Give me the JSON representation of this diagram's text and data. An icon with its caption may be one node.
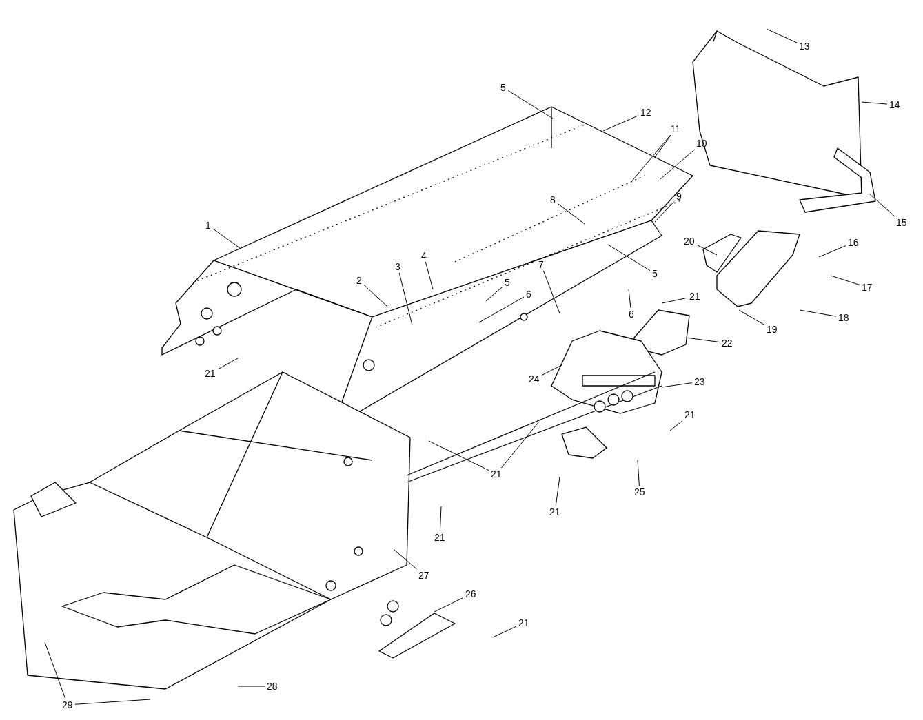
{
  "diagram": {
    "nodes": [
      {
        "text": [
          "13"
        ]
      },
      {
        "text": [
          "5"
        ]
      },
      {
        "text": [
          "14"
        ]
      },
      {
        "text": [
          "12"
        ]
      },
      {
        "text": [
          "11"
        ]
      },
      {
        "text": [
          "10"
        ]
      },
      {
        "text": [
          "9"
        ]
      },
      {
        "text": [
          "8"
        ]
      },
      {
        "text": [
          "15"
        ]
      },
      {
        "text": [
          "1"
        ]
      },
      {
        "text": [
          "20"
        ]
      },
      {
        "text": [
          "16"
        ]
      },
      {
        "text": [
          "4"
        ]
      },
      {
        "text": [
          "7"
        ]
      },
      {
        "text": [
          "3"
        ]
      },
      {
        "text": [
          "5"
        ]
      },
      {
        "text": [
          "2"
        ]
      },
      {
        "text": [
          "5"
        ]
      },
      {
        "text": [
          "17"
        ]
      },
      {
        "text": [
          "6"
        ]
      },
      {
        "text": [
          "21"
        ]
      },
      {
        "text": [
          "6"
        ]
      },
      {
        "text": [
          "18"
        ]
      },
      {
        "text": [
          "19"
        ]
      },
      {
        "text": [
          "22"
        ]
      },
      {
        "text": [
          "21"
        ]
      },
      {
        "text": [
          "24"
        ]
      },
      {
        "text": [
          "23"
        ]
      },
      {
        "text": [
          "21"
        ]
      },
      {
        "text": [
          "21"
        ]
      },
      {
        "text": [
          "25"
        ]
      },
      {
        "text": [
          "21"
        ]
      },
      {
        "text": [
          "21"
        ]
      },
      {
        "text": [
          "27"
        ]
      },
      {
        "text": [
          "26"
        ]
      },
      {
        "text": [
          "21"
        ]
      },
      {
        "text": [
          "28"
        ]
      },
      {
        "text": [
          "29"
        ]
      }
    ],
    "edges": [
      {
        "from": 0,
        "to": null,
        "arrow": "none"
      },
      {
        "from": 1,
        "to": null,
        "arrow": "none"
      },
      {
        "from": 2,
        "to": null,
        "arrow": "none"
      },
      {
        "from": 3,
        "to": null,
        "arrow": "none"
      },
      {
        "from": 4,
        "to": null,
        "arrow": "none"
      },
      {
        "from": 4,
        "to": null,
        "arrow": "none"
      },
      {
        "from": 5,
        "to": null,
        "arrow": "none"
      },
      {
        "from": 6,
        "to": null,
        "arrow": "none"
      },
      {
        "from": 7,
        "to": null,
        "arrow": "none"
      },
      {
        "from": 8,
        "to": null,
        "arrow": "none"
      },
      {
        "from": 9,
        "to": null,
        "arrow": "none"
      },
      {
        "from": 10,
        "to": null,
        "arrow": "none"
      },
      {
        "from": 11,
        "to": null,
        "arrow": "none"
      },
      {
        "from": 12,
        "to": null,
        "arrow": "none"
      },
      {
        "from": 13,
        "to": null,
        "arrow": "none"
      },
      {
        "from": 14,
        "to": null,
        "arrow": "none"
      },
      {
        "from": 15,
        "to": null,
        "arrow": "none"
      },
      {
        "from": 16,
        "to": null,
        "arrow": "none"
      },
      {
        "from": 17,
        "to": null,
        "arrow": "none"
      },
      {
        "from": 18,
        "to": null,
        "arrow": "none"
      },
      {
        "from": 19,
        "to": null,
        "arrow": "none"
      },
      {
        "from": 20,
        "to": null,
        "arrow": "none"
      },
      {
        "from": 21,
        "to": null,
        "arrow": "none"
      },
      {
        "from": 22,
        "to": null,
        "arrow": "none"
      },
      {
        "from": 23,
        "to": null,
        "arrow": "none"
      },
      {
        "from": 24,
        "to": null,
        "arrow": "none"
      },
      {
        "from": 25,
        "to": null,
        "arrow": "none"
      },
      {
        "from": 26,
        "to": null,
        "arrow": "none"
      },
      {
        "from": 27,
        "to": null,
        "arrow": "none"
      },
      {
        "from": 28,
        "to": null,
        "arrow": "none"
      },
      {
        "from": 29,
        "to": null,
        "arrow": "none"
      },
      {
        "from": 29,
        "to": null,
        "arrow": "none"
      },
      {
        "from": 30,
        "to": null,
        "arrow": "none"
      },
      {
        "from": 31,
        "to": null,
        "arrow": "none"
      },
      {
        "from": 32,
        "to": null,
        "arrow": "none"
      },
      {
        "from": 33,
        "to": null,
        "arrow": "none"
      },
      {
        "from": 34,
        "to": null,
        "arrow": "none"
      },
      {
        "from": 35,
        "to": null,
        "arrow": "none"
      },
      {
        "from": 36,
        "to": null,
        "arrow": "none"
      },
      {
        "from": 37,
        "to": null,
        "arrow": "none"
      },
      {
        "from": 37,
        "to": null,
        "arrow": "none"
      }
    ]
  }
}
